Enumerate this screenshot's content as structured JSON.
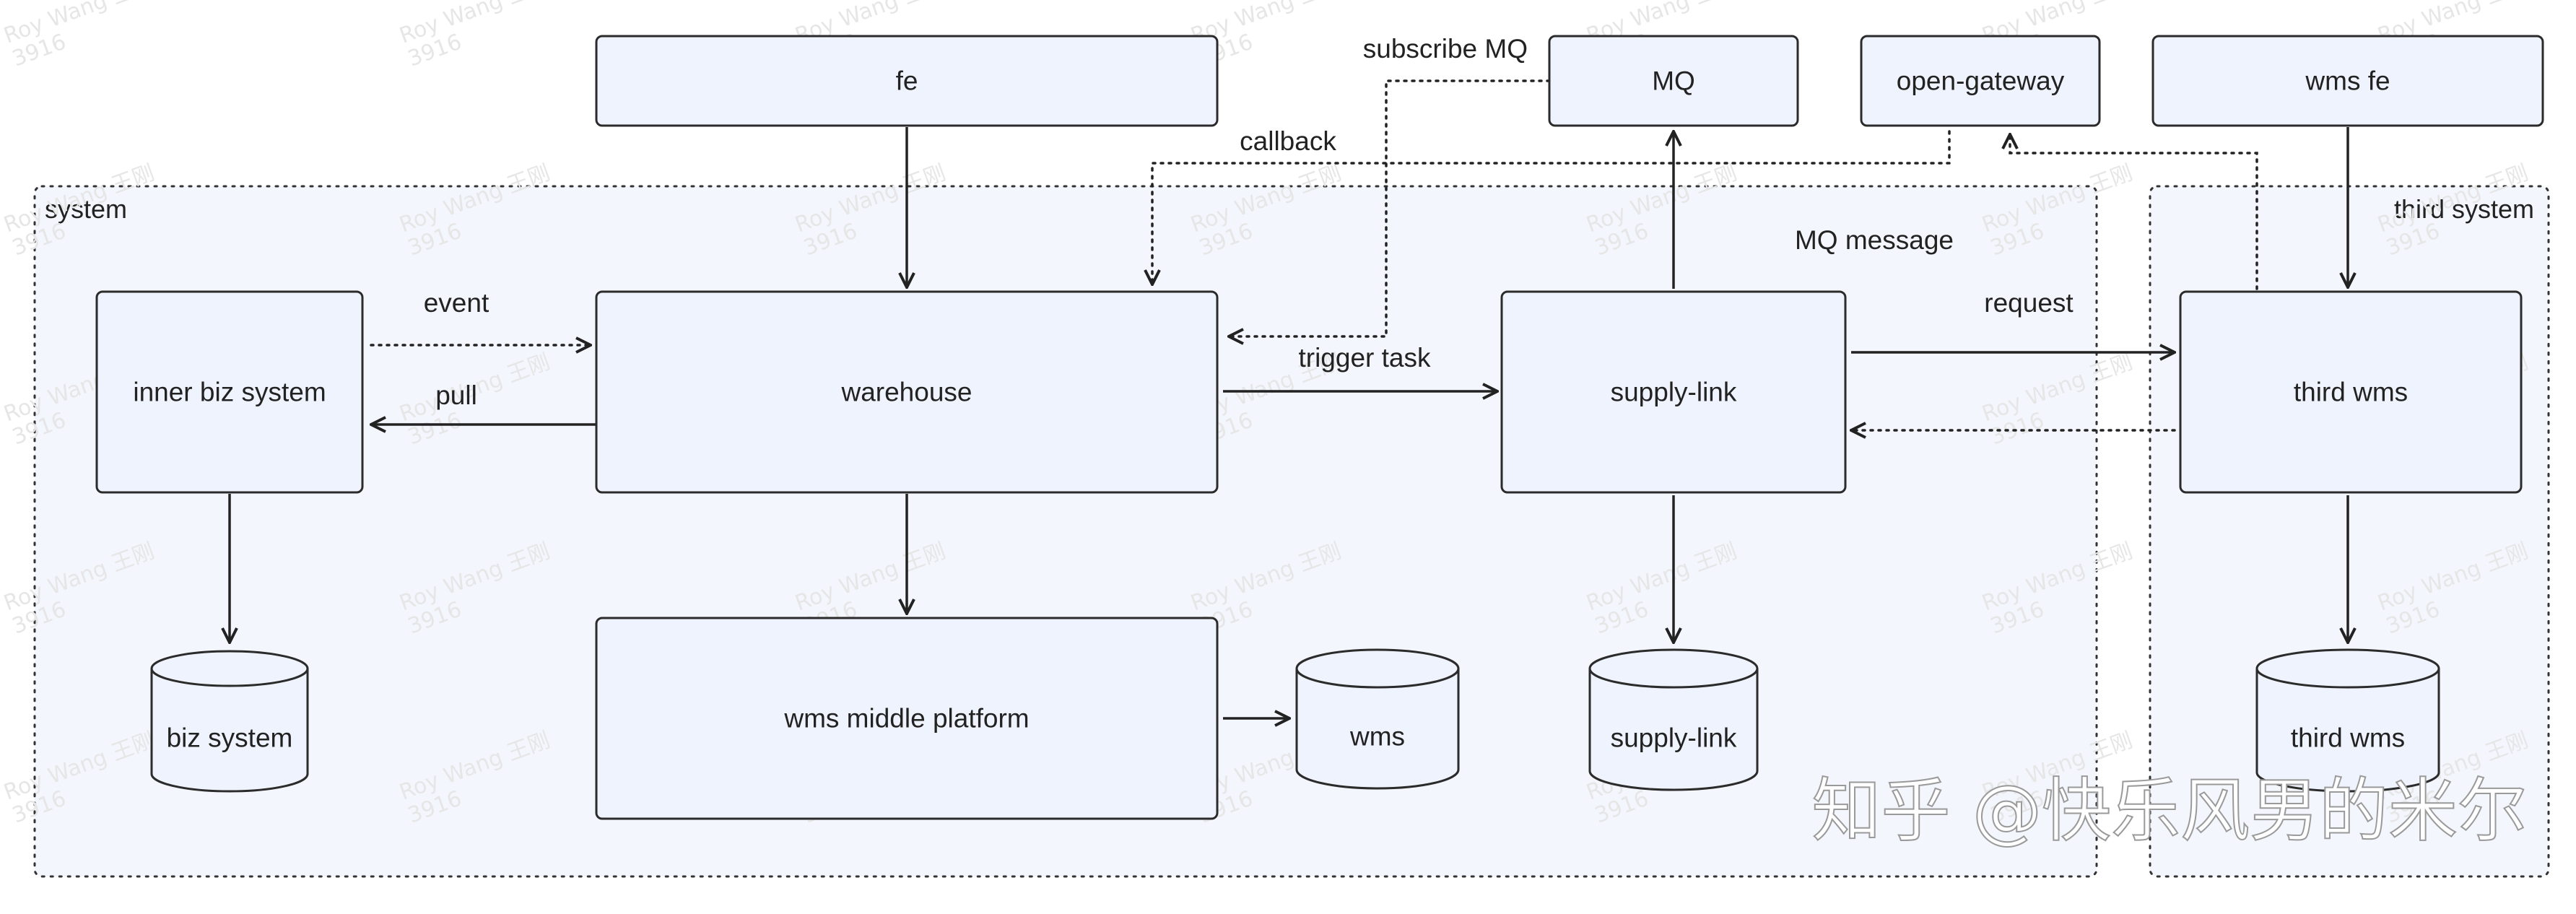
{
  "groups": {
    "system": "system",
    "third_system": "third system"
  },
  "nodes": {
    "fe": "fe",
    "mq": "MQ",
    "open_gateway": "open-gateway",
    "wms_fe": "wms fe",
    "inner_biz_system": "inner biz system",
    "warehouse": "warehouse",
    "supply_link": "supply-link",
    "third_wms": "third wms",
    "wms_middle_platform": "wms middle platform"
  },
  "stores": {
    "biz_system": "biz system",
    "wms": "wms",
    "supply_link": "supply-link",
    "third_wms": "third wms"
  },
  "edges": {
    "subscribe_mq": "subscribe MQ",
    "callback": "callback",
    "mq_message": "MQ message",
    "event": "event",
    "pull": "pull",
    "trigger_task": "trigger task",
    "request": "request"
  },
  "watermark": {
    "name": "Roy Wang 王刚",
    "id": "3916"
  },
  "brand": "知乎 @快乐风男的米尔",
  "colors": {
    "node_fill": "#eef3fd",
    "node_stroke": "#2b2b2b",
    "group_fill": "#f3f6fd",
    "line": "#222222"
  }
}
